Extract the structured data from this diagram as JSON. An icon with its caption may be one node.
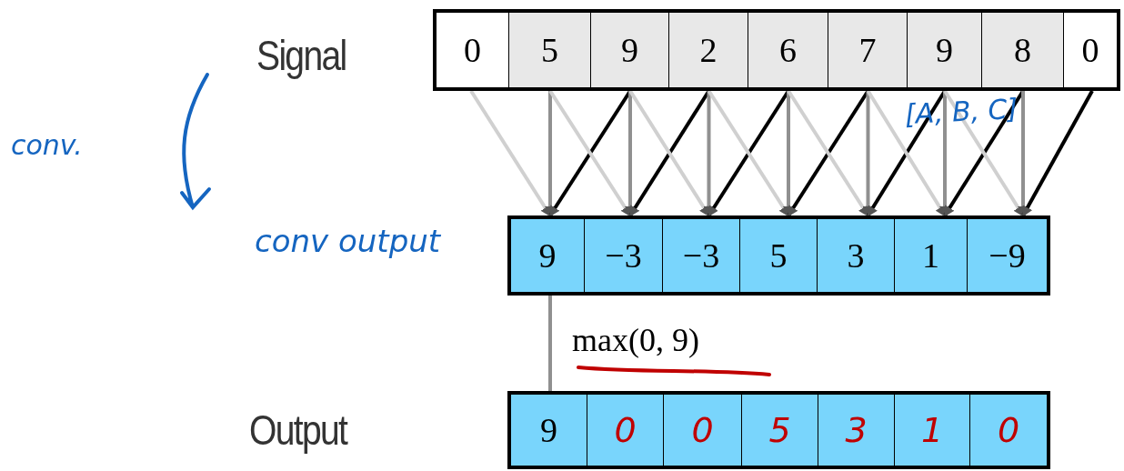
{
  "diagram": {
    "nodes": [
      {
        "text": [
          "0"
        ]
      },
      {
        "text": [
          "5"
        ]
      },
      {
        "text": [
          "9"
        ]
      },
      {
        "text": [
          "2"
        ]
      },
      {
        "text": [
          "6"
        ]
      },
      {
        "text": [
          "7"
        ]
      },
      {
        "text": [
          "9"
        ]
      },
      {
        "text": [
          "8"
        ]
      },
      {
        "text": [
          "0"
        ]
      },
      {
        "text": [
          "9"
        ]
      },
      {
        "text": [
          "−3"
        ]
      },
      {
        "text": [
          "−3"
        ]
      },
      {
        "text": [
          "5"
        ]
      },
      {
        "text": [
          "3"
        ]
      },
      {
        "text": [
          "1"
        ]
      },
      {
        "text": [
          "−9"
        ]
      },
      {
        "text": [
          "9"
        ]
      },
      {
        "text": [
          "0"
        ]
      },
      {
        "text": [
          "0"
        ]
      },
      {
        "text": [
          "5"
        ]
      },
      {
        "text": [
          "3"
        ]
      },
      {
        "text": [
          "1"
        ]
      },
      {
        "text": [
          "0"
        ]
      }
    ],
    "edges": [
      {
        "from": 0,
        "to": 9,
        "arrow": "to",
        "color": "#d0d0d0"
      },
      {
        "from": 1,
        "to": 9,
        "arrow": "to",
        "color": "#909090"
      },
      {
        "from": 2,
        "to": 9,
        "arrow": "to",
        "color": "#000000"
      },
      {
        "from": 1,
        "to": 10,
        "arrow": "to",
        "color": "#d0d0d0"
      },
      {
        "from": 2,
        "to": 10,
        "arrow": "to",
        "color": "#909090"
      },
      {
        "from": 3,
        "to": 10,
        "arrow": "to",
        "color": "#000000"
      },
      {
        "from": 2,
        "to": 11,
        "arrow": "to",
        "color": "#d0d0d0"
      },
      {
        "from": 3,
        "to": 11,
        "arrow": "to",
        "color": "#909090"
      },
      {
        "from": 4,
        "to": 11,
        "arrow": "to",
        "color": "#000000"
      },
      {
        "from": 3,
        "to": 12,
        "arrow": "to",
        "color": "#d0d0d0"
      },
      {
        "from": 4,
        "to": 12,
        "arrow": "to",
        "color": "#909090"
      },
      {
        "from": 5,
        "to": 12,
        "arrow": "to",
        "color": "#000000"
      },
      {
        "from": 4,
        "to": 13,
        "arrow": "to",
        "color": "#d0d0d0"
      },
      {
        "from": 5,
        "to": 13,
        "arrow": "to",
        "color": "#909090"
      },
      {
        "from": 6,
        "to": 13,
        "arrow": "to",
        "color": "#000000"
      },
      {
        "from": 5,
        "to": 14,
        "arrow": "to",
        "color": "#d0d0d0"
      },
      {
        "from": 6,
        "to": 14,
        "arrow": "to",
        "color": "#909090"
      },
      {
        "from": 7,
        "to": 14,
        "arrow": "to",
        "color": "#000000"
      },
      {
        "from": 6,
        "to": 15,
        "arrow": "to",
        "color": "#d0d0d0"
      },
      {
        "from": 7,
        "to": 15,
        "arrow": "to",
        "color": "#909090"
      },
      {
        "from": 8,
        "to": 15,
        "arrow": "to",
        "color": "#000000"
      },
      {
        "from": 9,
        "to": 16,
        "arrow": "none",
        "color": "#909090",
        "label": "max(0, 9)"
      }
    ],
    "labels": [
      "Signal",
      "Output",
      "conv.",
      "conv output",
      "[A, B, C]"
    ]
  }
}
